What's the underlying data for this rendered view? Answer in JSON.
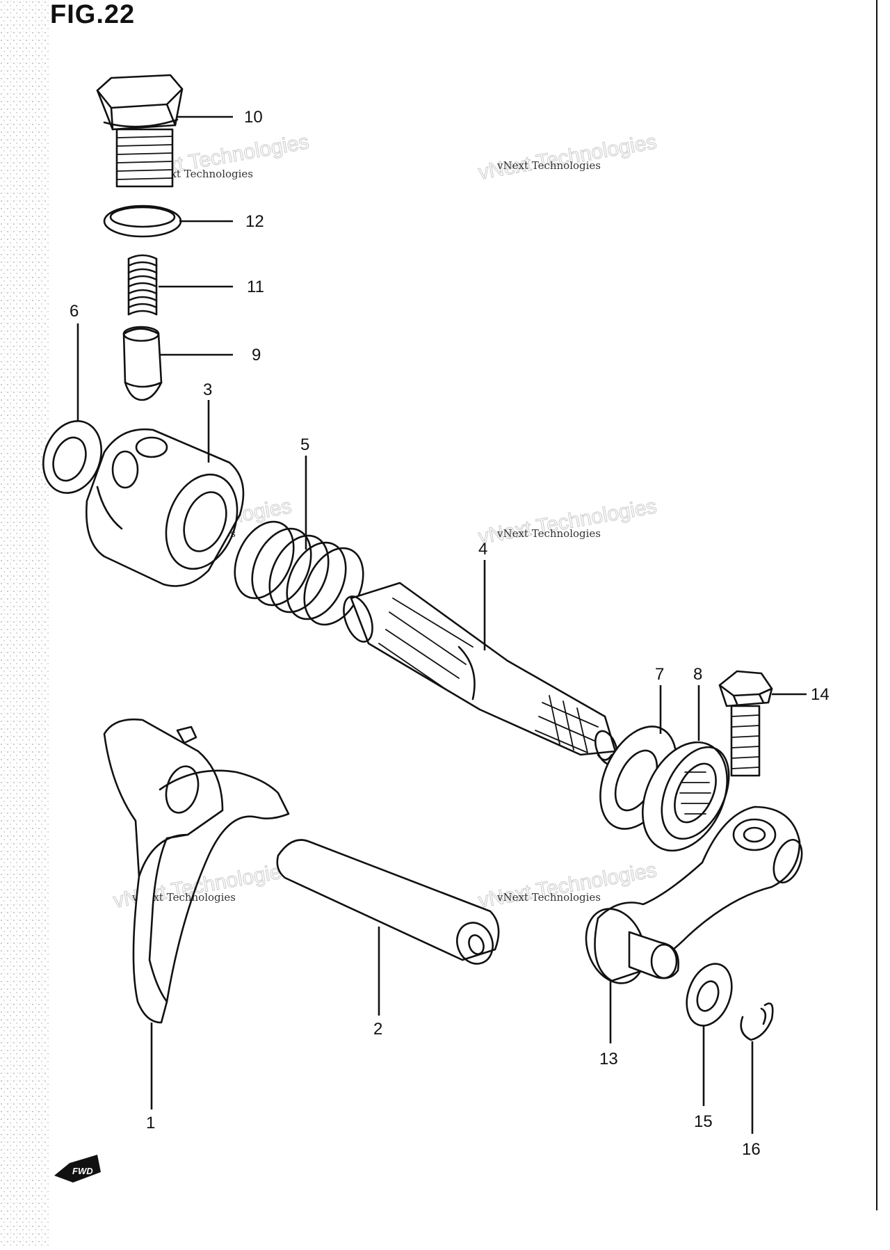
{
  "figure": {
    "title": "FIG.22"
  },
  "watermark": {
    "line1": "vNext Technologies",
    "line2": "vNext Technologies"
  },
  "direction_marker": {
    "label": "FWD"
  },
  "callouts": [
    "1",
    "2",
    "3",
    "4",
    "5",
    "6",
    "7",
    "8",
    "9",
    "10",
    "11",
    "12",
    "13",
    "14",
    "15",
    "16"
  ]
}
